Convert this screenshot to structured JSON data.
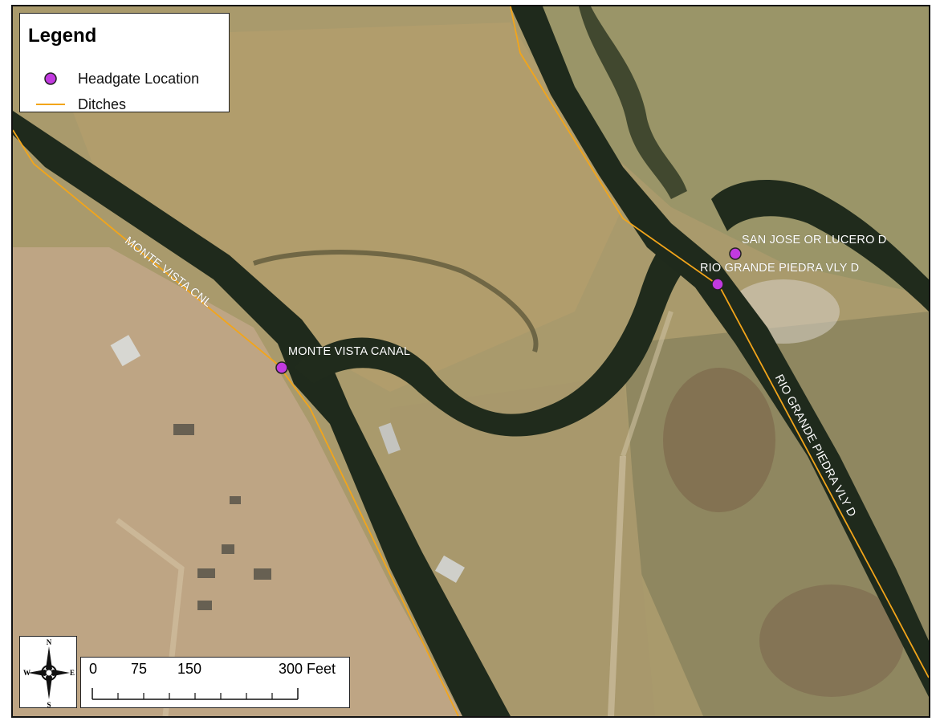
{
  "legend": {
    "title": "Legend",
    "items": [
      {
        "label": "Headgate Location",
        "symbol": "circle",
        "color": "#c23ae0"
      },
      {
        "label": "Ditches",
        "symbol": "line",
        "color": "#f2a51a"
      }
    ]
  },
  "labels": {
    "headgates": [
      "MONTE VISTA CANAL",
      "SAN JOSE OR LUCERO D",
      "RIO GRANDE PIEDRA VLY D"
    ],
    "ditches": [
      "MONTE VISTA CNL",
      "RIO GRANDE PIEDRA VLY D"
    ]
  },
  "scale": {
    "ticks": [
      "0",
      "75",
      "150",
      "300 Feet"
    ]
  },
  "compass": {
    "n": "N",
    "s": "S",
    "e": "E",
    "w": "W"
  },
  "colors": {
    "headgate": "#c23ae0",
    "ditch": "#f2a51a",
    "river": "#1f2a1c",
    "grass": "#a99a6c"
  }
}
